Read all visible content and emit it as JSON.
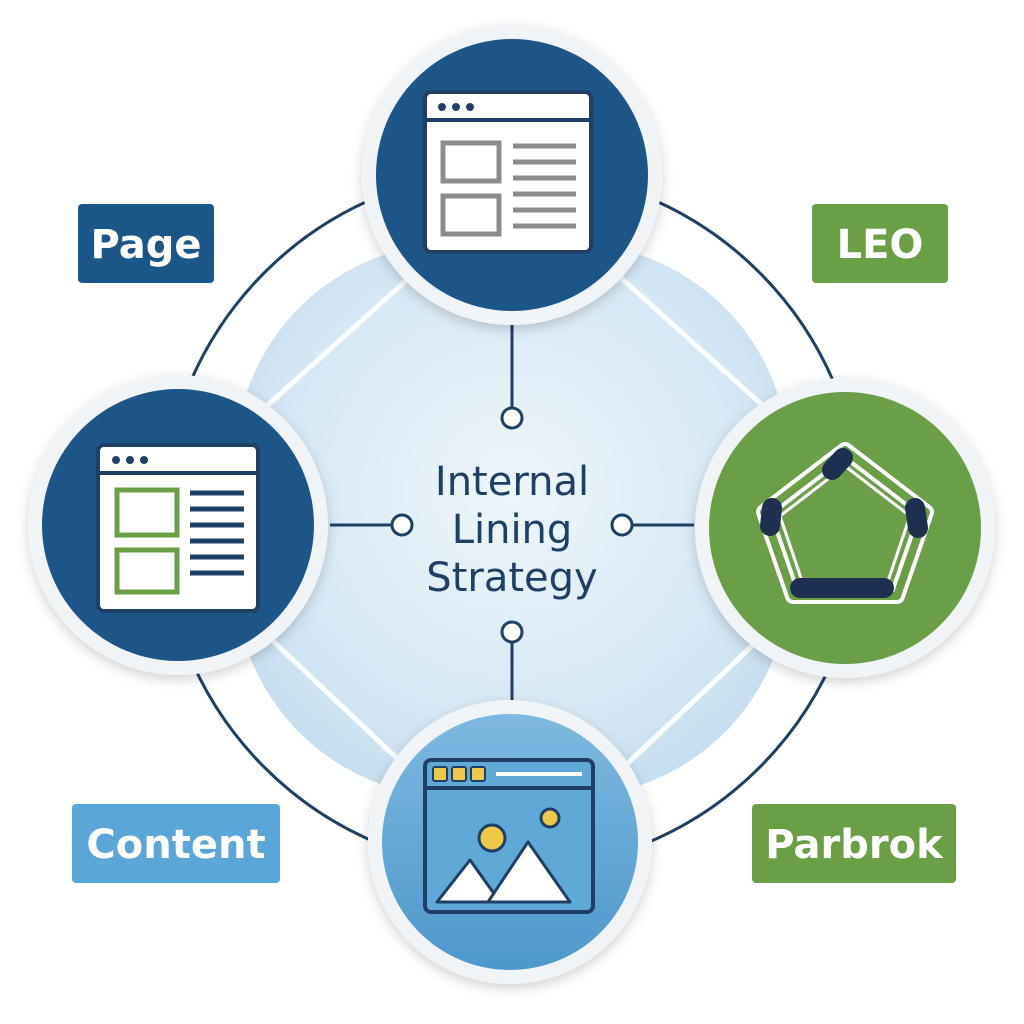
{
  "center": {
    "lines": [
      "Internal",
      "Lining",
      "Strategy"
    ]
  },
  "labels": {
    "page": "Page",
    "leo": "LEO",
    "content": "Content",
    "parbrok": "Parbrok"
  },
  "colors": {
    "navy": "#1b5689",
    "green": "#6a9f46",
    "light_blue": "#5ea8d6",
    "label_blue": "#1b5689",
    "label_light_blue": "#5aa6d8",
    "center_text": "#1e3f66",
    "connector": "#1e3f66"
  },
  "icons": {
    "top_node": "webpage-layout-icon",
    "left_node": "webpage-layout-icon",
    "right_node": "pentagon-link-chain-icon",
    "bottom_node": "image-page-icon"
  }
}
